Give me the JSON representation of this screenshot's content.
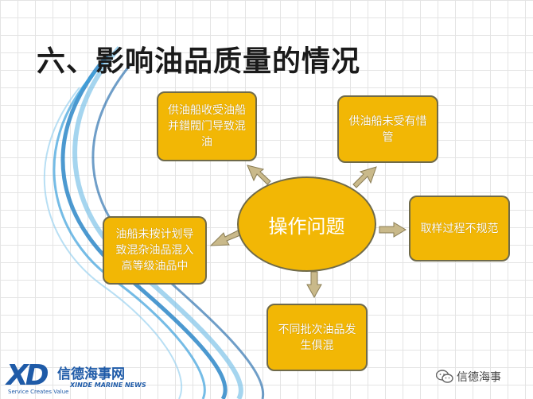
{
  "slide": {
    "title": "六、影响油品质量的情况"
  },
  "diagram": {
    "center": "操作问题",
    "nodes": [
      {
        "id": "top-left",
        "text": "供油船收受油船并錯閥门导致混油"
      },
      {
        "id": "top-right",
        "text": "供油船未受有惜管"
      },
      {
        "id": "right",
        "text": "取样过程不规范"
      },
      {
        "id": "bottom",
        "text": "不同批次油品发生俱混"
      },
      {
        "id": "left",
        "text": "油船未按计划导致混杂油品混入高等级油品中"
      }
    ]
  },
  "branding": {
    "logo_mark": "XD",
    "logo_tagline": "Service Creates Value",
    "logo_name_cn": "信德海事网",
    "logo_name_en": "XINDE MARINE NEWS",
    "wechat_account": "信德海事"
  },
  "colors": {
    "box_fill": "#f2b705",
    "box_border": "#6f6a4a",
    "arrow_fill": "#c9b98a",
    "wave_blue": "#1f7fc4"
  }
}
